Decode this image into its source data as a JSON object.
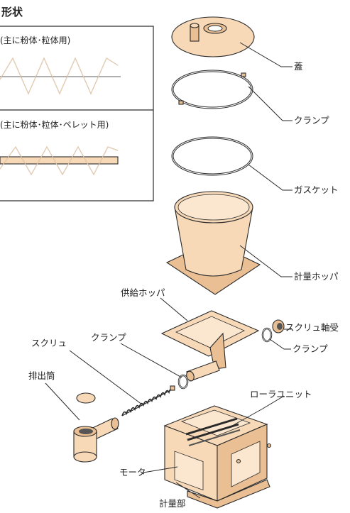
{
  "title": "形状",
  "screw_types": [
    {
      "caption": "(主に粉体･粒体用)"
    },
    {
      "caption": "(主に粉体･粒体･ペレット用)"
    }
  ],
  "parts": {
    "lid": "蓋",
    "clamp_top": "クランプ",
    "gasket": "ガスケット",
    "hopper": "計量ホッパ",
    "supply_hopper": "供給ホッパ",
    "screw_bearing": "スクリュ軸受",
    "clamp_right": "クランプ",
    "screw": "スクリュ",
    "clamp_left": "クランプ",
    "discharge": "排出筒",
    "roller_unit": "ローラユニット",
    "motor": "モータ",
    "measuring": "計量部"
  },
  "colors": {
    "part_fill": "#f7d9b8",
    "part_fill_dark": "#e9bf93",
    "line": "#2a2a2a",
    "background": "#ffffff"
  }
}
